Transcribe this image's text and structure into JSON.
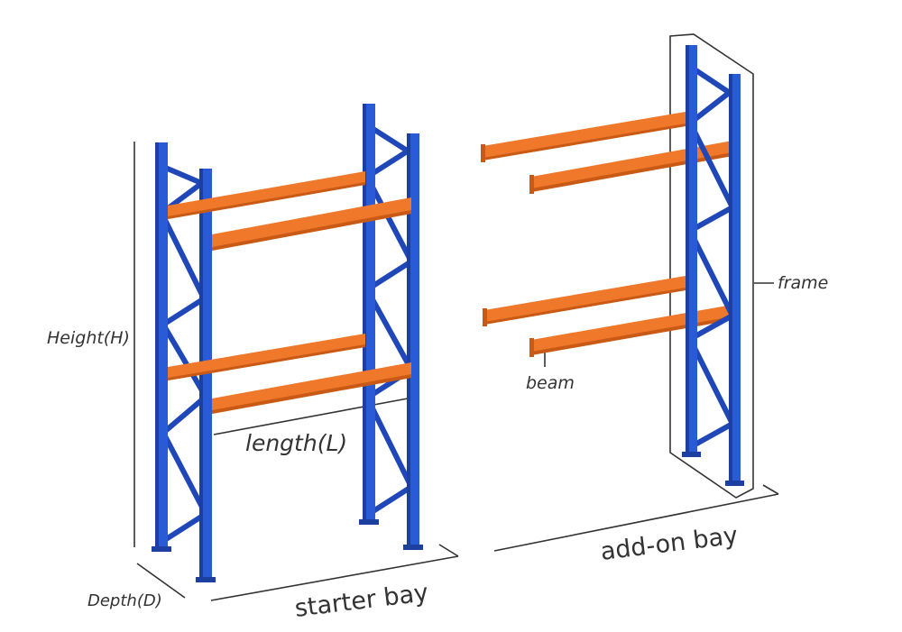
{
  "labels": {
    "height": "Height(H)",
    "depth": "Depth(D)",
    "length": "length(L)",
    "starter_bay": "starter bay",
    "add_on_bay": "add-on bay",
    "frame": "frame",
    "beam": "beam"
  },
  "colors": {
    "upright": "#2a5bd7",
    "upright_dark": "#1c3fa0",
    "brace": "#1f47b8",
    "beam": "#f0782a",
    "beam_dark": "#c95a16",
    "line": "#333333"
  }
}
